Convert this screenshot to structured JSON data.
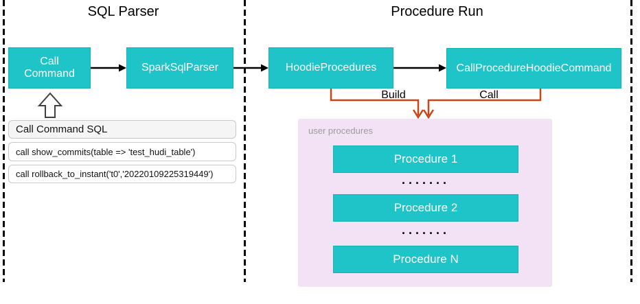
{
  "colors": {
    "teal": "#1ec4c7",
    "teal-dark": "#14b2b5",
    "orange": "#cc4415",
    "pink": "#f3e2f6",
    "muted": "#9c9c9c",
    "panel-header-bg": "#f5f5f5",
    "panel-border": "#c9c9c9",
    "line-black": "#000000",
    "box-text": "#ffffff",
    "arrow-outline": "#404040"
  },
  "sections": {
    "sql_parser": {
      "title": "SQL Parser",
      "call_command_label": "Call\nCommand",
      "spark_sql_parser_label": "SparkSqlParser",
      "sql_panel": {
        "header": "Call Command SQL",
        "rows": [
          "call show_commits(table => 'test_hudi_table')",
          "call rollback_to_instant('t0','20220109225319449')"
        ]
      }
    },
    "procedure_run": {
      "title": "Procedure Run",
      "hoodie_procedures_label": "HoodieProcedures",
      "call_procedure_label": "CallProcedureHoodieCommand",
      "build_label": "Build",
      "call_label": "Call",
      "user_procedures": {
        "label": "user procedures",
        "items": [
          "Procedure 1",
          "Procedure 2",
          "Procedure N"
        ],
        "dots": "......."
      }
    }
  }
}
